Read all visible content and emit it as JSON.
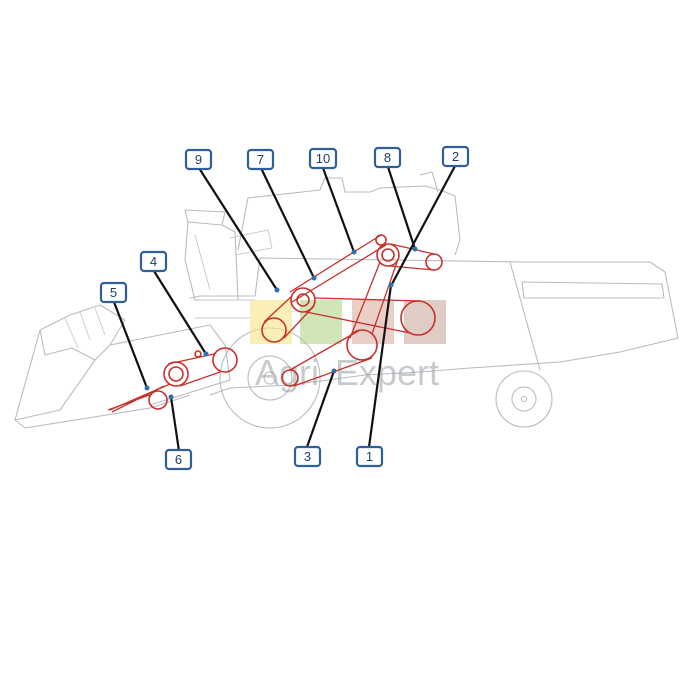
{
  "watermark": {
    "brand_prefix": "Agri",
    "brand_suffix": "Expert"
  },
  "callouts": [
    {
      "id": "9",
      "label": "9"
    },
    {
      "id": "7",
      "label": "7"
    },
    {
      "id": "10",
      "label": "10"
    },
    {
      "id": "8",
      "label": "8"
    },
    {
      "id": "2",
      "label": "2"
    },
    {
      "id": "4",
      "label": "4"
    },
    {
      "id": "5",
      "label": "5"
    },
    {
      "id": "6",
      "label": "6"
    },
    {
      "id": "3",
      "label": "3"
    },
    {
      "id": "1",
      "label": "1"
    }
  ],
  "colors": {
    "belt": "#c8302c",
    "callout_border": "#2f5f9a",
    "leader": "#111111",
    "machine_outline": "#b8bcc2"
  },
  "icons": [
    "tractor-icon",
    "wheelbarrow-icon",
    "tools-icon",
    "fence-icon"
  ]
}
